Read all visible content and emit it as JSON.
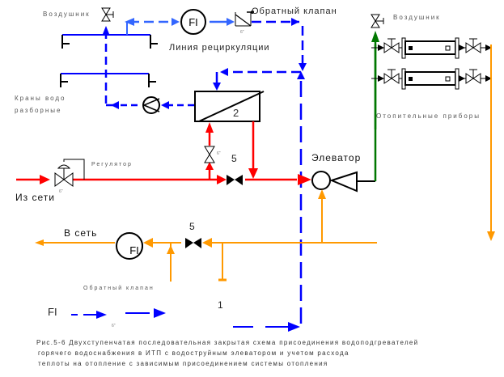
{
  "labels": {
    "air_vent_left": "Воздушник",
    "air_vent_right": "Воздушник",
    "flow_meter_top": "FI",
    "check_valve_top": "Обратный клапан",
    "recirculation_line": "Линия рециркуляции",
    "water_taps_line1": "Краны водо",
    "water_taps_line2": "разборные",
    "heat_exchanger_number": "2",
    "regulator": "Регулятор",
    "valve_size_1": "6\"",
    "valve_size_2": "6\"",
    "valve_size_3": "6\"",
    "valve_size_4": "6\"",
    "from_network": "Из сети",
    "valve_number_supply": "5",
    "elevator": "Элеватор",
    "heating_devices": "Отопительные приборы",
    "to_network": "В сеть",
    "flow_meter_return": "FI",
    "valve_number_return": "5",
    "check_valve_bottom": "Обратный клапан",
    "legend_fi": "FI",
    "item_1": "1"
  },
  "caption": {
    "line1": "Рис.5-6 Двухступенчатая последовательная закрытая схема присоединения водоподгревателей",
    "line2": "горячего водоснабжения в ИТП с водоструйным элеватором и учетом расхода",
    "line3": "теплоты на отопление с зависимым присоединением системы отопления"
  },
  "colors": {
    "supply": "#ff0000",
    "hot_water": "#0000ff",
    "recirculation": "#3366ff",
    "return": "#ff9900",
    "mixed": "#007700",
    "symbol": "#000000"
  }
}
